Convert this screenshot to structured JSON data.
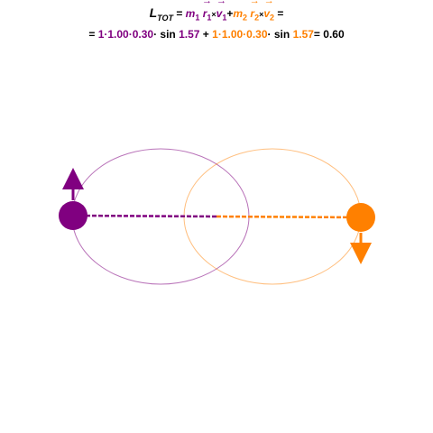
{
  "formula": {
    "L": "L",
    "L_sub": "TOT",
    "eq": " = ",
    "m1": "m",
    "m1_sub": "1",
    "r1": "r",
    "r1_sub": "1",
    "times": "×",
    "v1": "v",
    "v1_sub": "1",
    "plus": "+",
    "m2": "m",
    "m2_sub": "2",
    "r2": "r",
    "r2_sub": "2",
    "v2": "v",
    "v2_sub": "2",
    "eq_end": " =",
    "arrow": "→",
    "line2": {
      "eq": "= ",
      "p_terms": "1·1.00·0.30",
      "dot_sin": "· sin ",
      "p_angle": "1.57",
      "plus": " + ",
      "o_terms": "1·1.00·0.30",
      "o_angle": "1.57",
      "result": "= 0.60"
    }
  },
  "colors": {
    "body1": "#800080",
    "body2": "#ff8000"
  }
}
